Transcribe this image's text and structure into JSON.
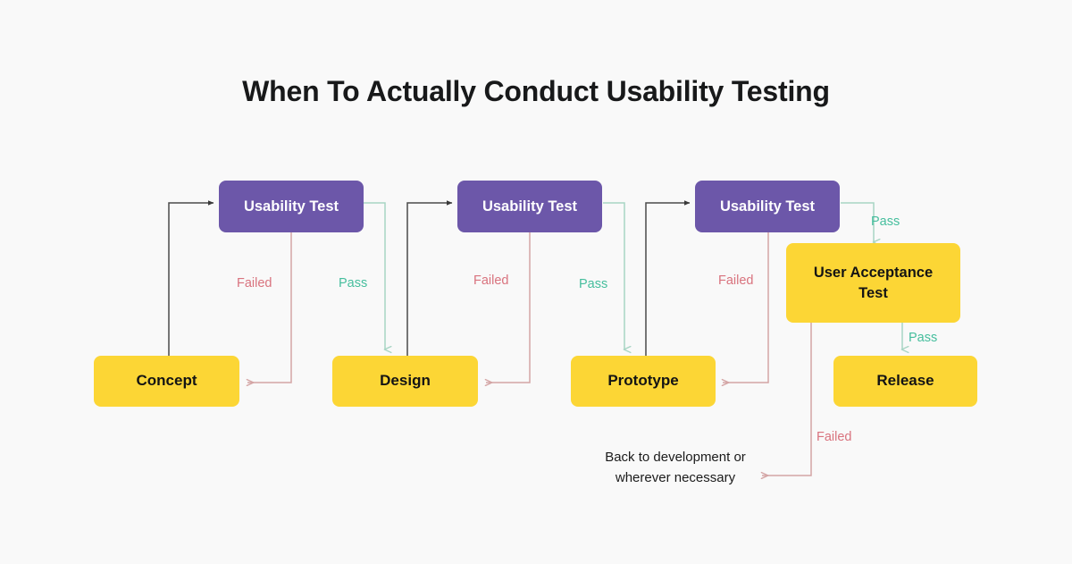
{
  "page": {
    "title": "When To Actually Conduct Usability Testing",
    "background_color": "#F9F9F9"
  },
  "colors": {
    "test_box": "#6C57A9",
    "stage_box": "#FCD635",
    "failed_text": "#D9737E",
    "pass_text": "#45BE9D",
    "failed_line": "#D4A5A5",
    "pass_line": "#A8D5C4",
    "flow_line": "#4A4A4A"
  },
  "nodes": {
    "usability_test_1": "Usability Test",
    "usability_test_2": "Usability Test",
    "usability_test_3": "Usability Test",
    "concept": "Concept",
    "design": "Design",
    "prototype": "Prototype",
    "user_acceptance_test": "User Acceptance Test",
    "release": "Release"
  },
  "edge_labels": {
    "failed_1": "Failed",
    "pass_1": "Pass",
    "failed_2": "Failed",
    "pass_2": "Pass",
    "failed_3": "Failed",
    "pass_3": "Pass",
    "pass_4": "Pass",
    "failed_4": "Failed"
  },
  "notes": {
    "back_to_development_line1": "Back to development or",
    "back_to_development_line2": "wherever necessary"
  }
}
